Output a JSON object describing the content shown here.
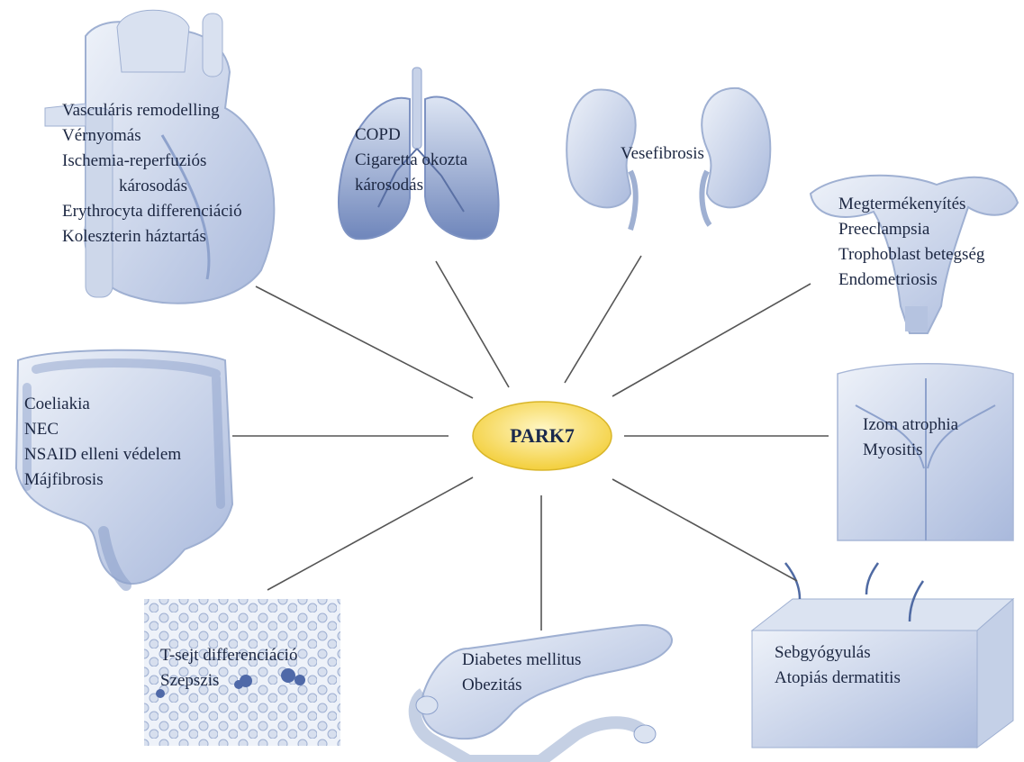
{
  "center": {
    "label": "PARK7"
  },
  "colors": {
    "line": "#555555",
    "ellipse_fill": "#f6d64a",
    "ellipse_stroke": "#d9b62a",
    "organ_fill": "#b9c7e2",
    "organ_dark": "#6f86b8",
    "organ_light": "#e3e9f4"
  },
  "nodes": {
    "heart": {
      "icon": "heart-icon",
      "lines": [
        "Vasculáris remodelling",
        "Vérnyomás",
        "Ischemia-reperfuziós",
        "károsodás",
        "Erythrocyta differenciáció",
        "Koleszterin háztartás"
      ]
    },
    "lungs": {
      "icon": "lungs-icon",
      "lines": [
        "COPD",
        "Cigaretta okozta",
        "károsodás"
      ]
    },
    "kidneys": {
      "icon": "kidneys-icon",
      "lines": [
        "Vesefibrosis"
      ]
    },
    "uterus": {
      "icon": "uterus-icon",
      "lines": [
        "Megtermékenyítés",
        "Preeclampsia",
        "Trophoblast betegség",
        "Endometriosis"
      ]
    },
    "intestine": {
      "icon": "intestine-icon",
      "lines": [
        "Coeliakia",
        "NEC",
        "NSAID elleni védelem",
        "Májfibrosis"
      ]
    },
    "muscle": {
      "icon": "back-muscle-icon",
      "lines": [
        "Izom atrophia",
        "Myositis"
      ]
    },
    "blood": {
      "icon": "blood-cells-icon",
      "lines": [
        "T-sejt differenciáció",
        "Szepszis"
      ]
    },
    "pancreas": {
      "icon": "pancreas-icon",
      "lines": [
        "Diabetes mellitus",
        "Obezitás"
      ]
    },
    "skin": {
      "icon": "skin-icon",
      "lines": [
        "Sebgyógyulás",
        "Atopiás dermatitis"
      ]
    }
  }
}
